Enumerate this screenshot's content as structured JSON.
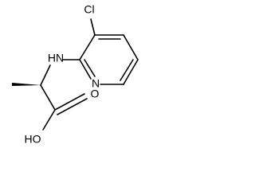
{
  "molecule": {
    "atoms": {
      "chlorine": "Cl",
      "amine": "HN",
      "pyridine_nitrogen": "N",
      "carbonyl_oxygen": "O",
      "hydroxyl": "HO"
    },
    "colors": {
      "bond": "#000000",
      "label": "#000000",
      "background": "#ffffff"
    }
  }
}
